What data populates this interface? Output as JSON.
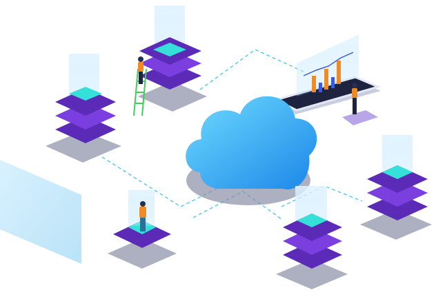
{
  "scene": {
    "kind": "isometric cloud server network illustration",
    "servers": [
      {
        "id": "top-center",
        "layers": 3,
        "has_screen": true
      },
      {
        "id": "left",
        "layers": 3,
        "has_screen": true
      },
      {
        "id": "bottom-left",
        "layers": 1,
        "has_screen": true
      },
      {
        "id": "bottom-center",
        "layers": 3,
        "has_screen": true
      },
      {
        "id": "right",
        "layers": 3,
        "has_screen": true
      }
    ],
    "people": [
      "climber-on-ladder",
      "standing-on-pad",
      "presenter-at-phone"
    ],
    "colors": {
      "server_purple": "#5b2bb8",
      "server_violet": "#7b3fe0",
      "server_top_teal": "#34e0d8",
      "cloud_light": "#6fdcff",
      "cloud_dark": "#1b86e8",
      "shadow_gray": "#8a8ea6",
      "dashed_line": "#4fc8e6",
      "figure_orange": "#f08a24",
      "ladder_green": "#3ecf5a",
      "phone_dark": "#1e2340",
      "chart_bar": "#f08a24"
    }
  }
}
